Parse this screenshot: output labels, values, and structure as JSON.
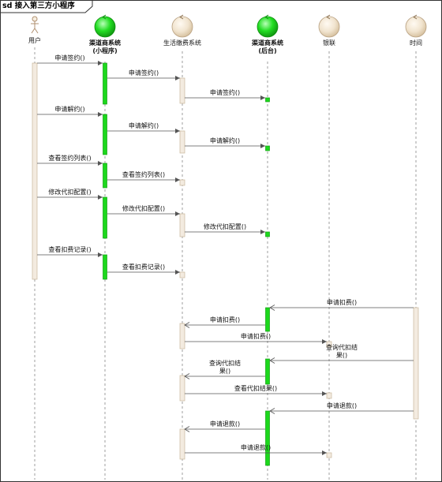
{
  "diagram": {
    "title": "sd 接入第三方小程序",
    "participants": [
      {
        "id": "user",
        "label": "用户",
        "kind": "actor"
      },
      {
        "id": "mini",
        "label": "渠道商系统\n(小程序)",
        "kind": "control"
      },
      {
        "id": "life",
        "label": "生活缴费系统",
        "kind": "control"
      },
      {
        "id": "admin",
        "label": "渠道商系统\n(后台)",
        "kind": "control"
      },
      {
        "id": "union",
        "label": "银联",
        "kind": "control"
      },
      {
        "id": "time",
        "label": "时间",
        "kind": "control"
      }
    ],
    "messages": [
      {
        "label": "申请签约()",
        "from": "user",
        "to": "mini"
      },
      {
        "label": "申请签约()",
        "from": "mini",
        "to": "life"
      },
      {
        "label": "申请签约()",
        "from": "life",
        "to": "admin"
      },
      {
        "label": "申请解约()",
        "from": "user",
        "to": "mini"
      },
      {
        "label": "申请解约()",
        "from": "mini",
        "to": "life"
      },
      {
        "label": "申请解约()",
        "from": "life",
        "to": "admin"
      },
      {
        "label": "查看签约列表()",
        "from": "user",
        "to": "mini"
      },
      {
        "label": "查看签约列表()",
        "from": "mini",
        "to": "life"
      },
      {
        "label": "修改代扣配置()",
        "from": "user",
        "to": "mini"
      },
      {
        "label": "修改代扣配置()",
        "from": "mini",
        "to": "life"
      },
      {
        "label": "修改代扣配置()",
        "from": "life",
        "to": "admin"
      },
      {
        "label": "查看扣费记录()",
        "from": "user",
        "to": "mini"
      },
      {
        "label": "查看扣费记录()",
        "from": "mini",
        "to": "life"
      },
      {
        "label": "申请扣费()",
        "from": "time",
        "to": "admin"
      },
      {
        "label": "申请扣费()",
        "from": "admin",
        "to": "life"
      },
      {
        "label": "申请扣费()",
        "from": "life",
        "to": "union"
      },
      {
        "label": "查询代扣结\n果()",
        "from": "time",
        "to": "admin"
      },
      {
        "label": "查询代扣结\n果()",
        "from": "admin",
        "to": "life"
      },
      {
        "label": "查看代扣结果()",
        "from": "life",
        "to": "union"
      },
      {
        "label": "申请退款()",
        "from": "time",
        "to": "admin"
      },
      {
        "label": "申请退款()",
        "from": "admin",
        "to": "life"
      },
      {
        "label": "申请退款()",
        "from": "life",
        "to": "union"
      }
    ],
    "colors": {
      "activation_green": "#1cd81c",
      "activation_beige": "#f3ebe0",
      "control_fill": "#f1e4cf",
      "control_green": "#22dd22",
      "line": "#555555"
    }
  }
}
